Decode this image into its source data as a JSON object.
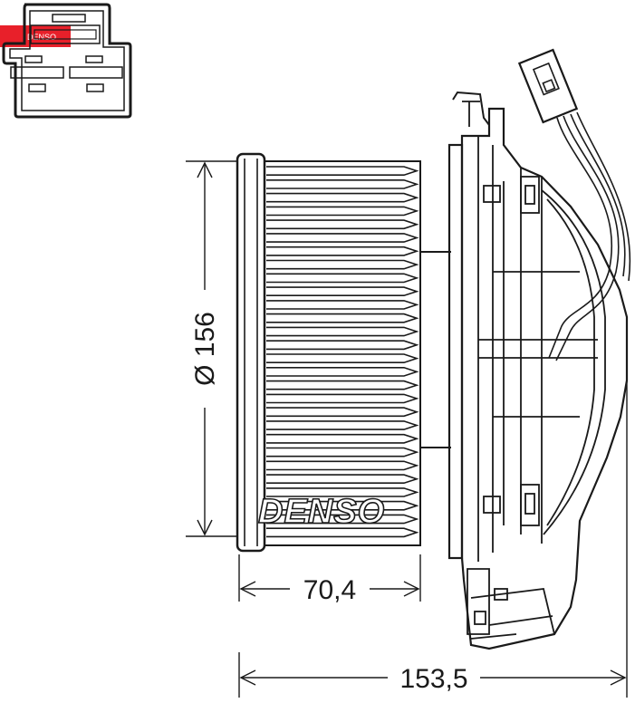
{
  "diagram": {
    "brand_logo": "DENSO",
    "corner_badge": "DENSO",
    "dimensions": {
      "diameter": "Ø 156",
      "fan_width": "70,4",
      "total_length": "153,5"
    },
    "colors": {
      "line": "#1a1a1a",
      "badge": "#e8202a",
      "background": "#ffffff"
    }
  }
}
